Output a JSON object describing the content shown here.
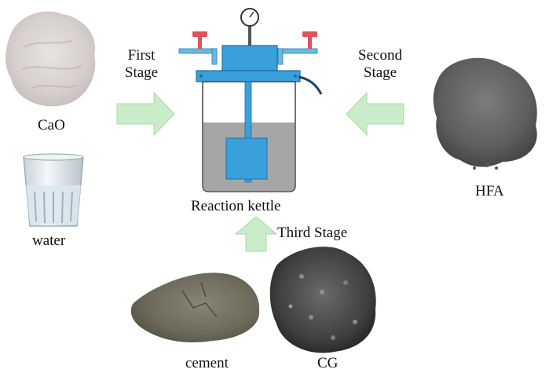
{
  "materials": {
    "cao": "CaO",
    "water": "water",
    "hfa": "HFA",
    "cement": "cement",
    "cg": "CG"
  },
  "stages": {
    "first_line1": "First",
    "first_line2": "Stage",
    "second_line1": "Second",
    "second_line2": "Stage",
    "third": "Third Stage"
  },
  "kettle": {
    "label": "Reaction kettle"
  },
  "colors": {
    "arrow": "#c9ecc9",
    "arrow_stroke": "#a9d8a9",
    "vessel_blue": "#3aa0dc",
    "liquid_gray": "#a6a6a6",
    "valve_red": "#e0535a",
    "pipe_blue": "#6ab8e6"
  },
  "icons": [
    "cao-powder-image",
    "water-glass-image",
    "hfa-powder-image",
    "cement-powder-image",
    "cg-granules-image",
    "pressure-gauge-icon"
  ]
}
